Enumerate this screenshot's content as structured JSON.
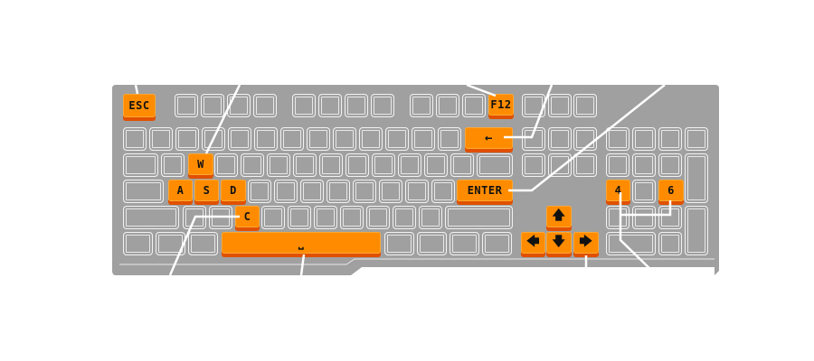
{
  "colors": {
    "body": "#a0a0a0",
    "key_outline": "#f2f2f2",
    "highlight": "#ff8c00",
    "highlight_shadow": "#e05000",
    "leader_line": "#ffffff"
  },
  "highlighted_keys": {
    "esc": "ESC",
    "f12": "F12",
    "backspace": "←",
    "w": "W",
    "a": "A",
    "s": "S",
    "d": "D",
    "enter": "ENTER",
    "c": "C",
    "space": "⎵",
    "arrow_up": "🡅",
    "arrow_left": "🡄",
    "arrow_down": "🡇",
    "arrow_right": "🡆",
    "num4": "4",
    "num6": "6"
  }
}
